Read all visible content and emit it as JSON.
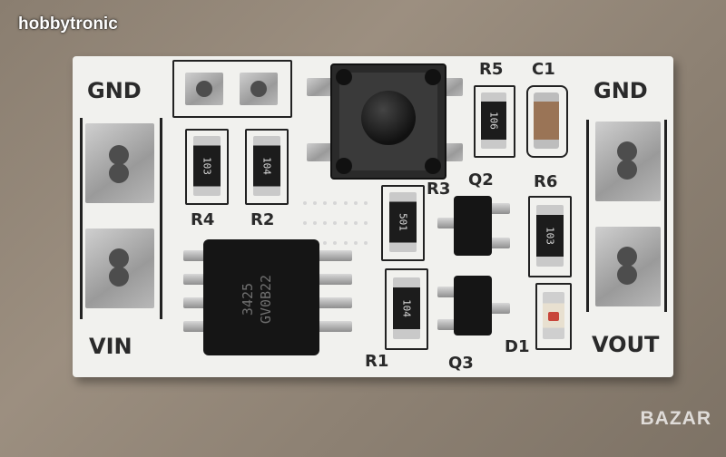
{
  "photo": {
    "watermark_top": "hobbytronic",
    "watermark_bottom": "BAZAR"
  },
  "silkscreen": {
    "gnd_left": "GND",
    "vin": "VIN",
    "gnd_right": "GND",
    "vout": "VOUT",
    "r1": "R1",
    "r2": "R2",
    "r3": "R3",
    "r4": "R4",
    "r5": "R5",
    "r6": "R6",
    "c1": "C1",
    "q2": "Q2",
    "q3": "Q3",
    "d1": "D1"
  },
  "components": {
    "r4_code": "103",
    "r2_code": "104",
    "r3_code": "501",
    "r1_code": "104",
    "r5_code": "106",
    "r6_code": "103",
    "ic_marking": "3425\nGV0B22"
  },
  "colors": {
    "board": "#f1f1ee",
    "background": "#8f8375",
    "silkscreen": "#2a2a2a",
    "resistor_body": "#1c1c1c",
    "pad": "#b0b0b0"
  }
}
